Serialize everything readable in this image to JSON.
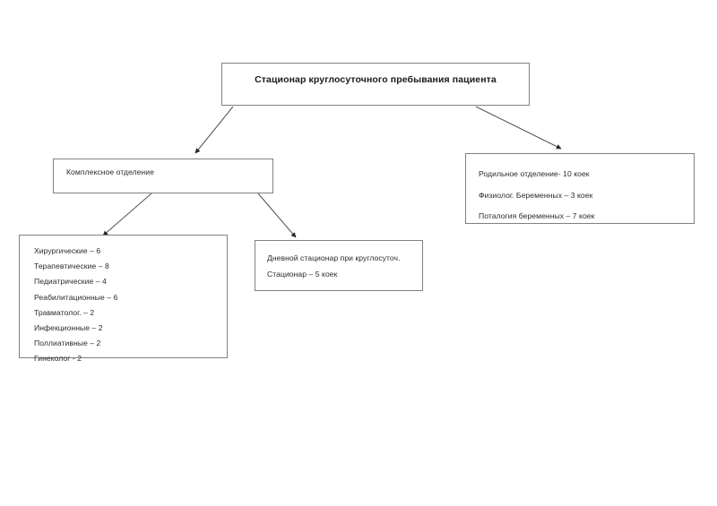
{
  "diagram": {
    "type": "organizational-flow-chart",
    "line_color": "#808080",
    "text_color": "#2b2b2b",
    "background": "#ffffff",
    "nodes": {
      "root": {
        "title": "Стационар круглосуточного пребывания пациента"
      },
      "complex_department": {
        "label": "Комплексное отделение"
      },
      "maternity": {
        "lines": [
          "Родильное отделение- 10 коек",
          "Физиолог. Беременных – 3 коек",
          "Поталогия беременных – 7 коек"
        ]
      },
      "specialties": {
        "lines": [
          "Хирургические – 6",
          "Терапевтические – 8",
          "Педиатрические – 4",
          "Реабилитационные – 6",
          "Травматолог. – 2",
          "Инфекционные – 2",
          "Поллиативные – 2",
          "Гинеколог - 2"
        ]
      },
      "day_hospital": {
        "lines": [
          "Дневной стационар при круглосуточ.",
          "Стационар – 5 коек"
        ]
      }
    },
    "connectors": [
      {
        "name": "root-to-complex-department"
      },
      {
        "name": "root-to-maternity"
      },
      {
        "name": "complex-department-to-specialties"
      },
      {
        "name": "complex-department-to-day-hospital"
      }
    ]
  }
}
